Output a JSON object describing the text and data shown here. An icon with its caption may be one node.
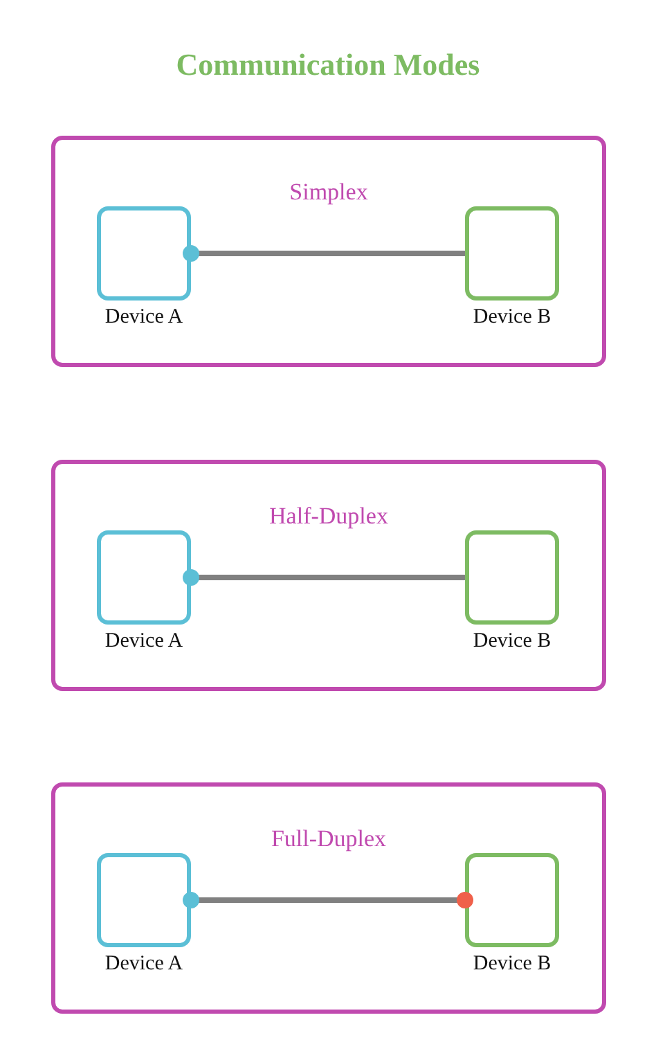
{
  "diagram": {
    "title": "Communication Modes",
    "nodes": [
      {
        "text": [
          "Simplex"
        ]
      },
      {
        "text": [
          "Device A"
        ],
        "in": 0
      },
      {
        "text": [
          "Device B"
        ],
        "in": 0
      },
      {
        "text": [
          "Half-Duplex"
        ]
      },
      {
        "text": [
          "Device A"
        ],
        "in": 3
      },
      {
        "text": [
          "Device B"
        ],
        "in": 3
      },
      {
        "text": [
          "Full-Duplex"
        ]
      },
      {
        "text": [
          "Device A"
        ],
        "in": 6
      },
      {
        "text": [
          "Device B"
        ],
        "in": 6
      }
    ],
    "edges": [
      {
        "from": 1,
        "to": 2,
        "arrow": "other"
      },
      {
        "from": 4,
        "to": 5,
        "arrow": "other"
      },
      {
        "from": 7,
        "to": 8,
        "arrow": "other"
      }
    ]
  }
}
